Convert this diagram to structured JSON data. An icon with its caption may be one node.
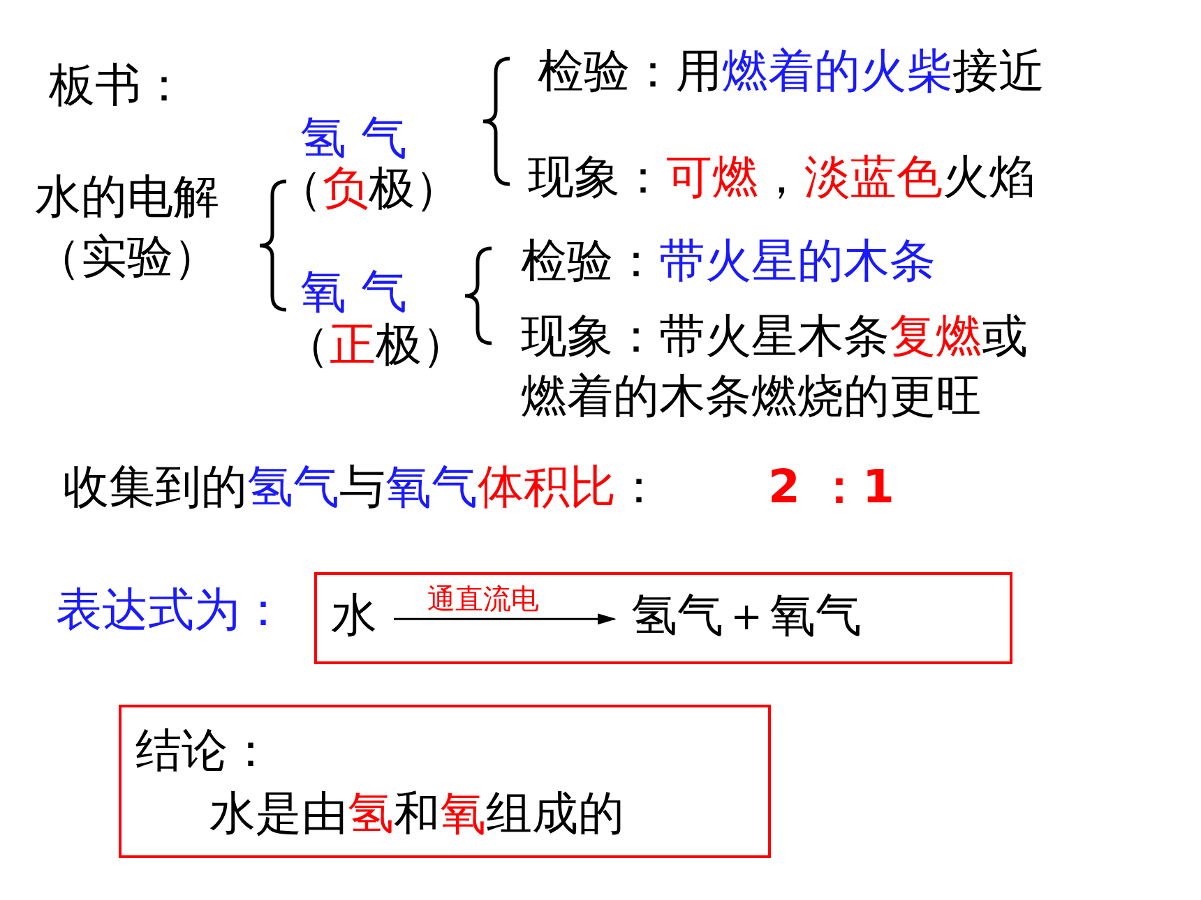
{
  "diagram": {
    "nodes": [
      {
        "text": [],
        "shape": "box"
      },
      {
        "text": [
          "水"
        ],
        "in": 0
      },
      {
        "text": [
          "氢气＋氧气"
        ],
        "in": 0
      },
      {
        "text": [
          "结论：",
          "水是由**氢**和**氧**组成的"
        ]
      }
    ],
    "edges": [
      {
        "from": 1,
        "to": 2,
        "arrow": "to",
        "label": "通直流电"
      }
    ],
    "labels": [
      "板书：",
      "检验：用",
      "燃着的火柴",
      "接近",
      "氢 气",
      "水的电解（实验）",
      "（**负**极）",
      "现象：**可燃**，**淡蓝色**火焰",
      "检验：*带火星的木条*",
      "氧 气",
      "（**正**极）",
      "现象：带火星木条**复燃**或燃着的木条燃烧的更旺",
      "收集到的",
      "氢气",
      "与",
      "氧气",
      "**体积比**：",
      "2 ：1",
      "表达式为："
    ]
  }
}
